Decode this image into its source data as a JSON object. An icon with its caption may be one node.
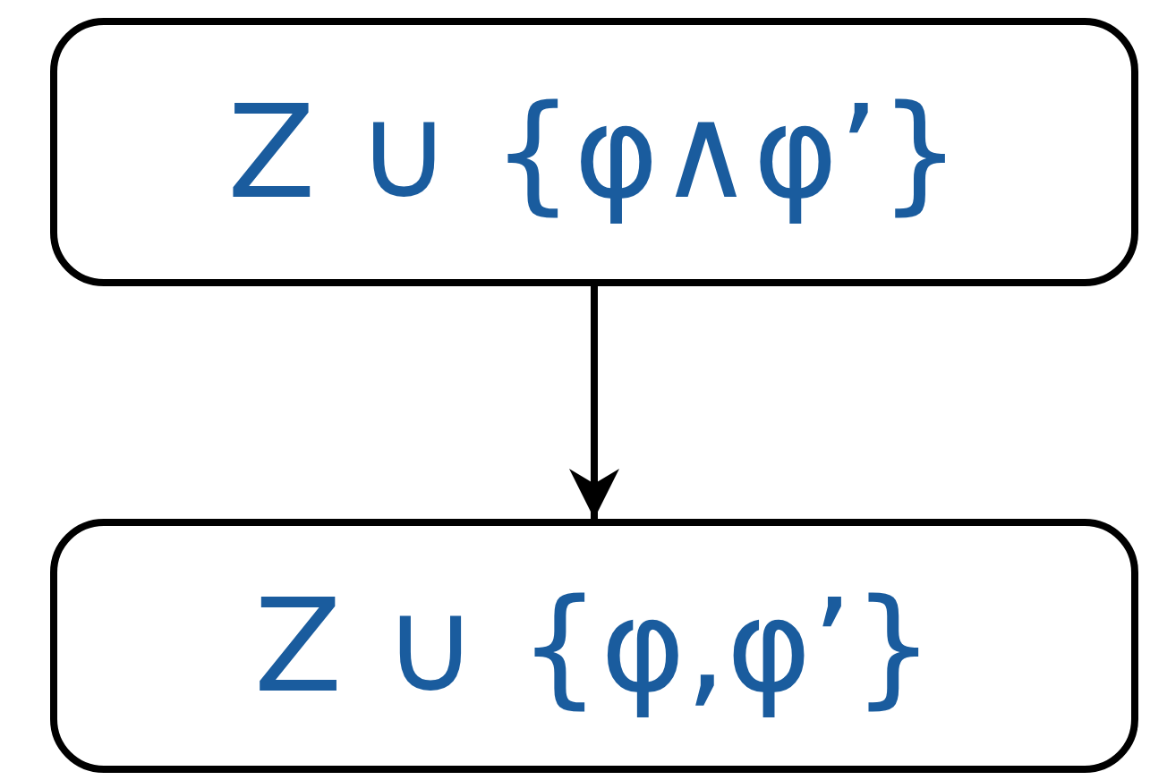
{
  "diagram": {
    "nodes": [
      {
        "text": [
          "Z ∪ {φ∧φ’}"
        ]
      },
      {
        "text": [
          "Z ∪ {φ,φ’}"
        ]
      }
    ],
    "edges": [
      {
        "from": 0,
        "to": 1,
        "arrow": "to"
      }
    ]
  }
}
